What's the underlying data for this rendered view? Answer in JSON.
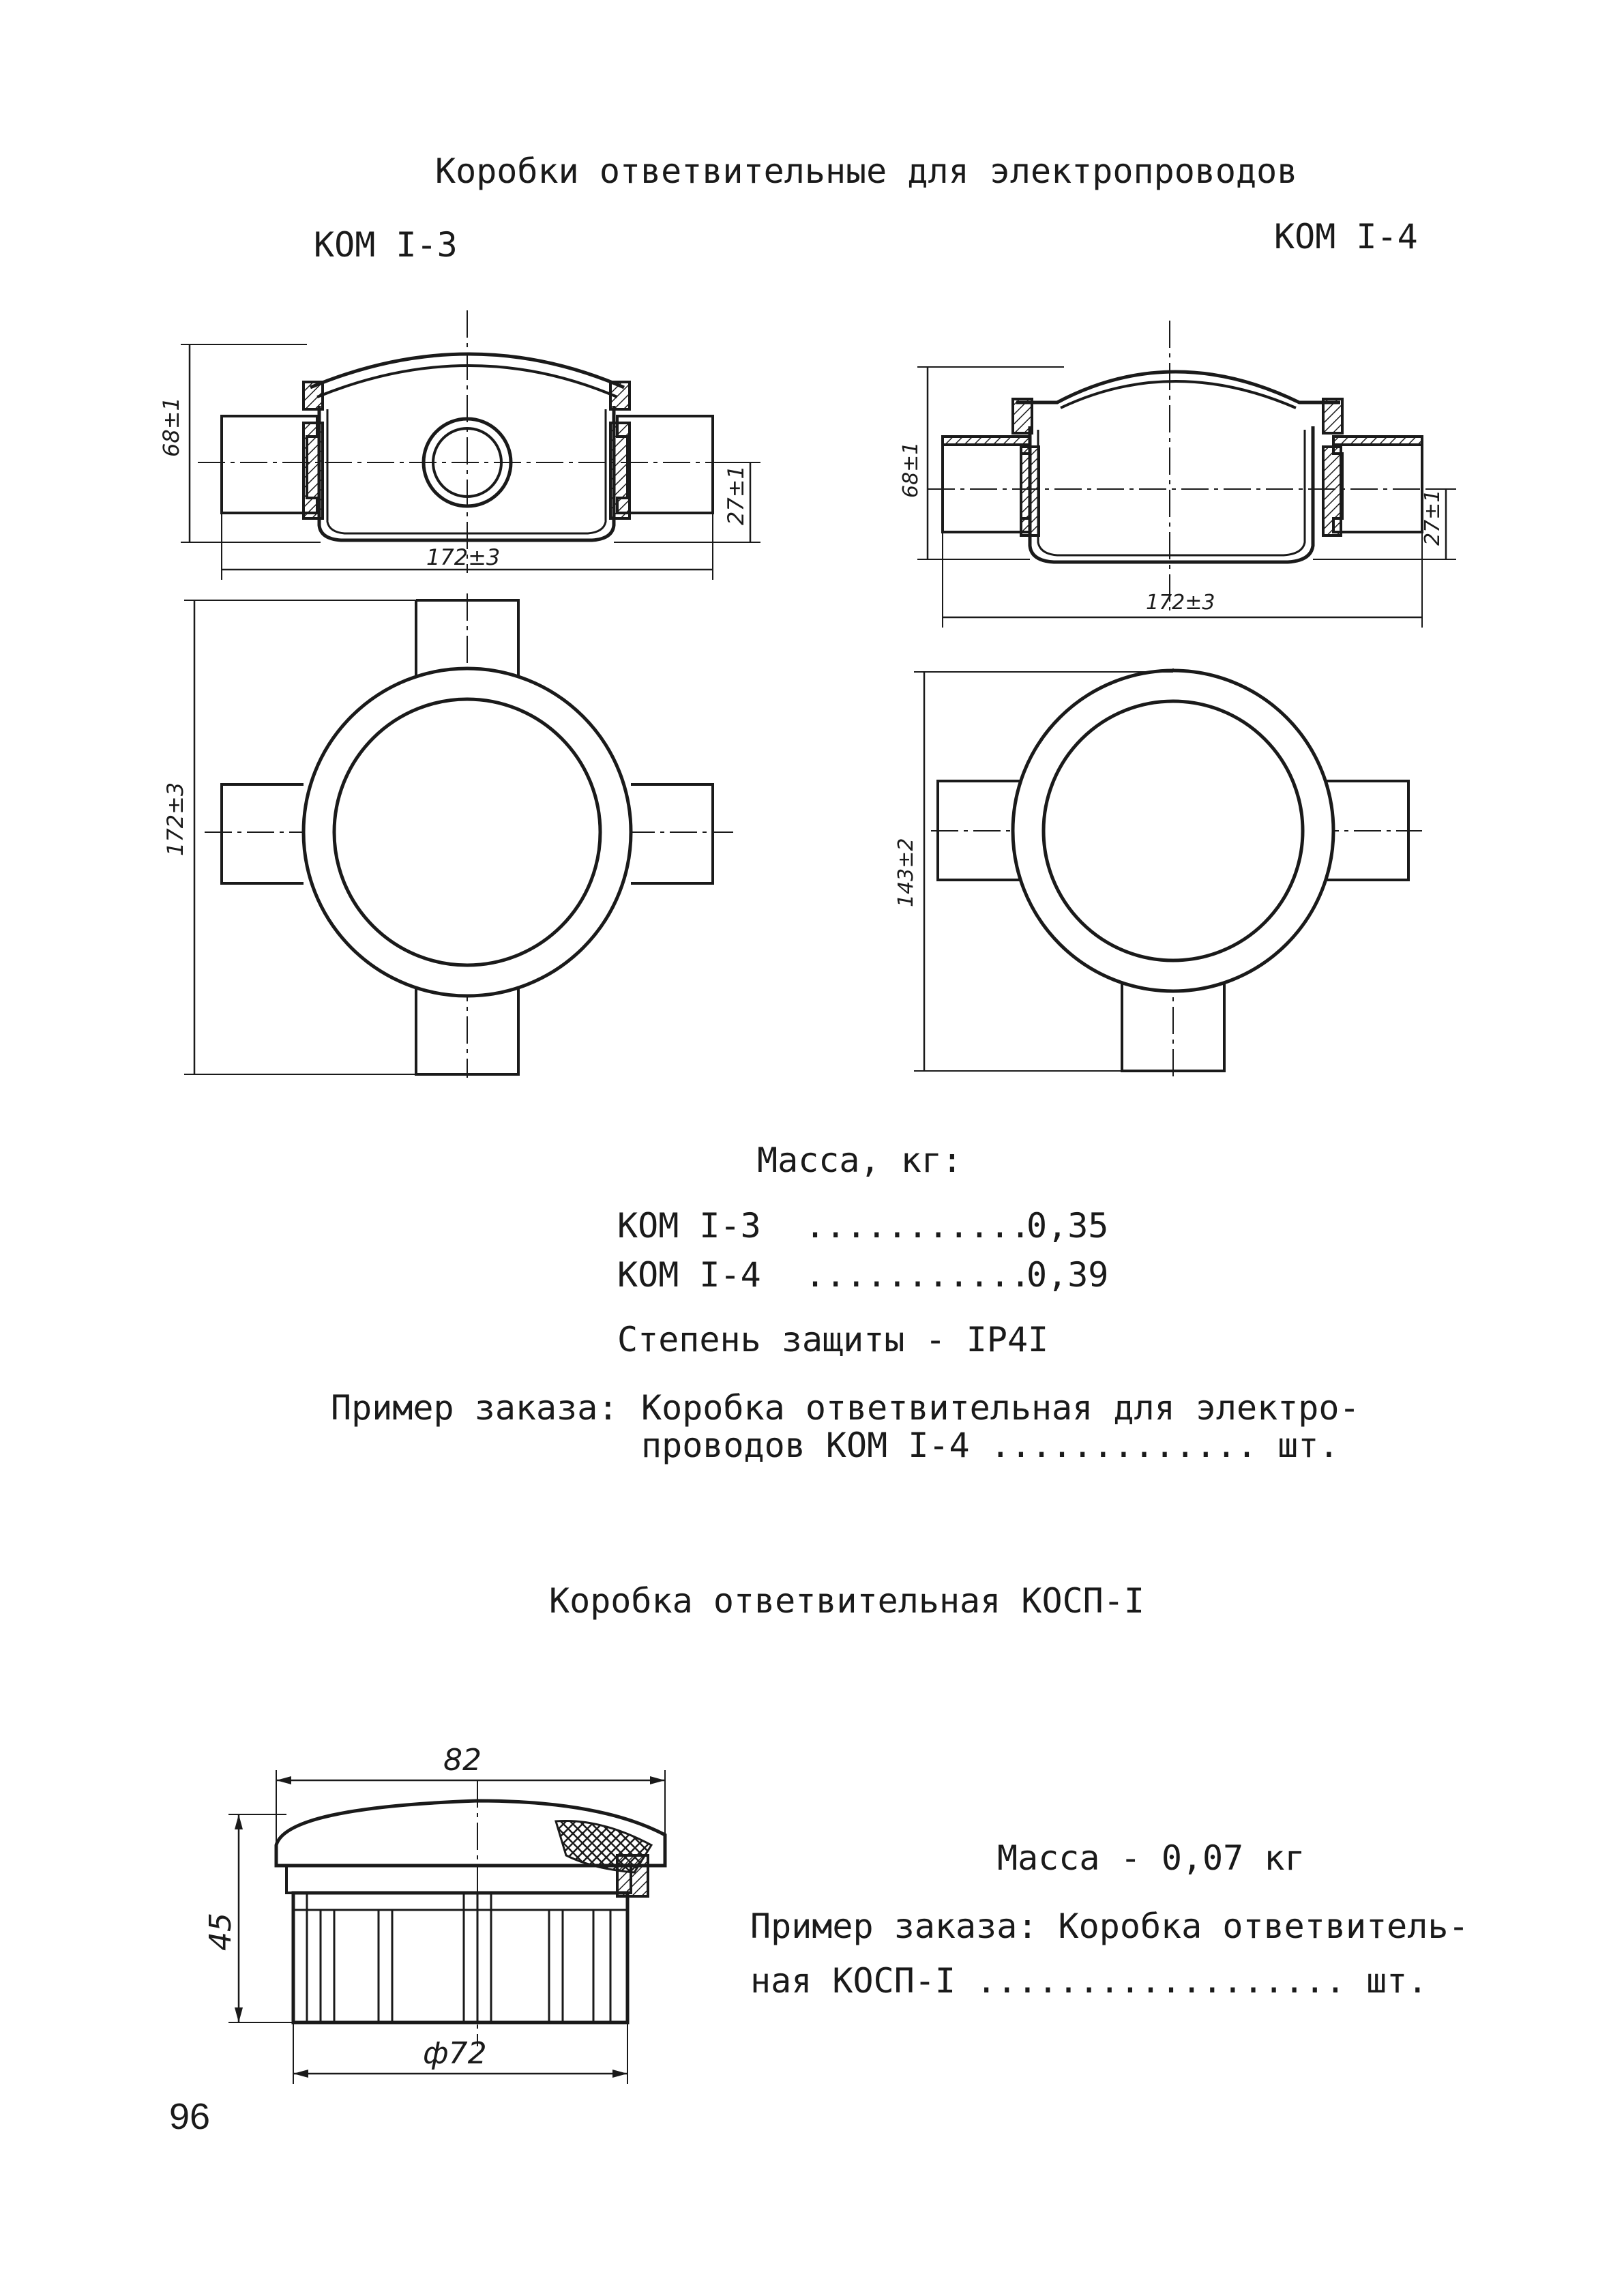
{
  "page": {
    "title": "Коробки ответвительные для электропроводов",
    "page_number": "96"
  },
  "kom13": {
    "label": "КОМ I-3",
    "dim_height": "68±1",
    "dim_offset": "27±1",
    "dim_width": "172±3",
    "dim_plan": "172±3"
  },
  "kom14": {
    "label": "КОМ I-4",
    "dim_height": "68±1",
    "dim_offset": "27±1",
    "dim_width": "172±3",
    "dim_plan": "143±2"
  },
  "mass": {
    "heading": "Масса, кг:",
    "rows": [
      {
        "name": "КОМ I-3",
        "dots": "...........",
        "value": "0,35"
      },
      {
        "name": "КОМ I-4",
        "dots": "...........",
        "value": "0,39"
      }
    ],
    "protection": "Степень защиты - IP4I"
  },
  "order": {
    "label": "Пример заказа:",
    "line1": "Коробка ответвительная для электро-",
    "line2": "проводов КОМ I-4 ............. шт."
  },
  "kosp": {
    "title": "Коробка ответвительная КОСП-I",
    "dim_top": "82",
    "dim_height": "45",
    "dim_diameter": "ф72",
    "mass": "Масса - 0,07 кг",
    "order_line1": "Пример заказа: Коробка ответвитель-",
    "order_line2": "ная КОСП-I .................. шт."
  }
}
